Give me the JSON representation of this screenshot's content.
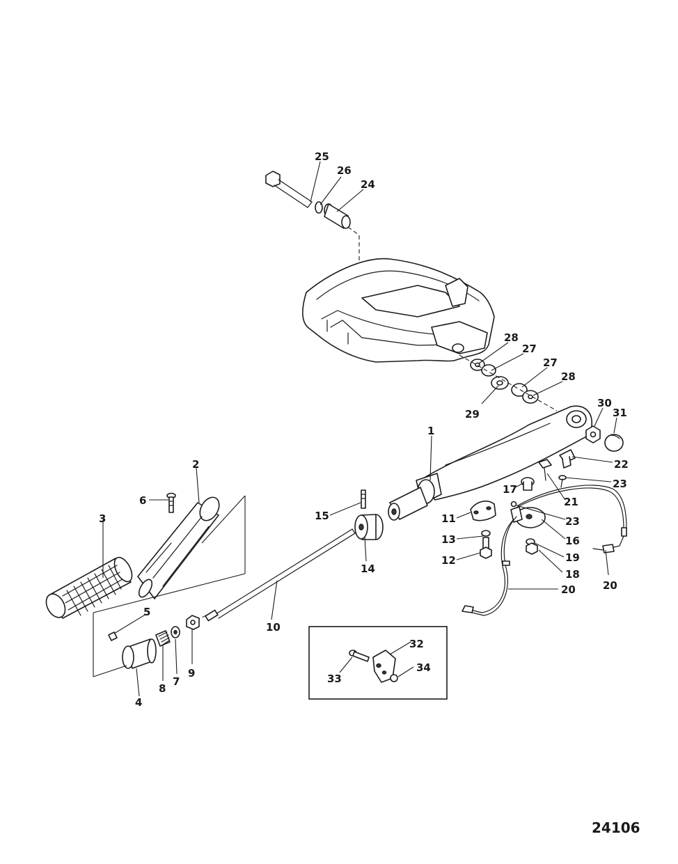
{
  "figure": {
    "number": "24106"
  },
  "callouts": {
    "c1": "1",
    "c2": "2",
    "c3": "3",
    "c4": "4",
    "c5": "5",
    "c6": "6",
    "c7": "7",
    "c8": "8",
    "c9": "9",
    "c10": "10",
    "c11": "11",
    "c12": "12",
    "c13": "13",
    "c14": "14",
    "c15": "15",
    "c16": "16",
    "c17": "17",
    "c18": "18",
    "c19": "19",
    "c20a": "20",
    "c20b": "20",
    "c21": "21",
    "c22": "22",
    "c23a": "23",
    "c23b": "23",
    "c24": "24",
    "c25": "25",
    "c26": "26",
    "c27a": "27",
    "c27b": "27",
    "c28a": "28",
    "c28b": "28",
    "c29": "29",
    "c30": "30",
    "c31": "31",
    "c32": "32",
    "c33": "33",
    "c34": "34"
  }
}
